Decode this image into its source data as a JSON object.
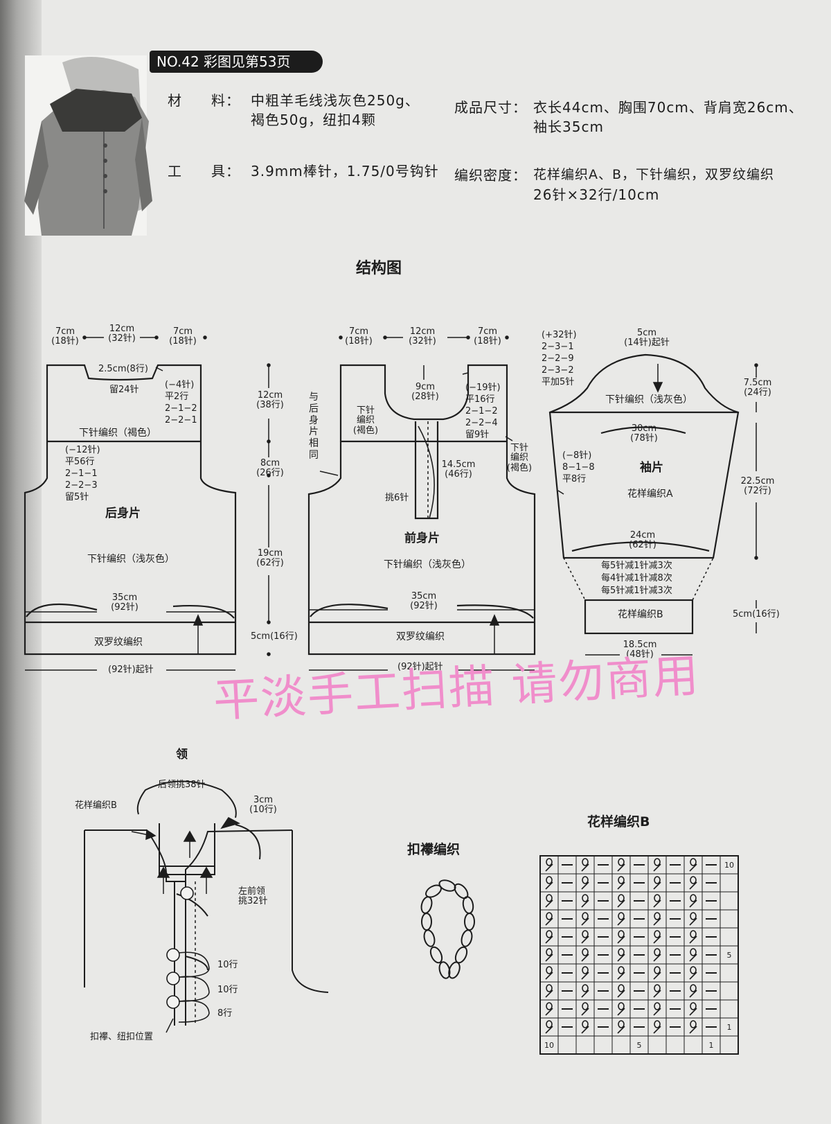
{
  "header": {
    "badge": "NO.42  彩图见第53页",
    "materials_label": "材　　料：",
    "materials_line1": "中粗羊毛线浅灰色250g、",
    "materials_line2": "褐色50g，纽扣4颗",
    "tools_label": "工　　具：",
    "tools_value": "3.9mm棒针，1.75/0号钩针",
    "size_label": "成品尺寸：",
    "size_line1": "衣长44cm、胸围70cm、背肩宽26cm、",
    "size_line2": "袖长35cm",
    "gauge_label": "编织密度：",
    "gauge_line1": "花样编织A、B，下针编织，双罗纹编织",
    "gauge_line2": "26针×32行/10cm"
  },
  "section_title": "结构图",
  "back": {
    "title": "后身片",
    "top_left": "7cm\n(18针)",
    "top_mid": "12cm\n(32针)",
    "top_right": "7cm\n(18针)",
    "neck_depth": "2.5cm(8行)",
    "neck_keep": "留24针",
    "neck_dec": "(−4针)\n平2行\n2−1−2\n2−2−1",
    "yoke": "下针编织（褐色）",
    "armhole": "(−12针)\n平56行\n2−1−1\n2−2−3\n留5针",
    "body": "下针编织（浅灰色）",
    "width": "35cm\n(92针)",
    "rib": "双罗纹编织",
    "cast_on": "(92针)起针"
  },
  "vertical": {
    "v1": "12cm\n(38行)",
    "v2": "8cm\n(26行)",
    "v3": "19cm\n(62行)",
    "v4": "5cm(16行)",
    "same_as_back": "与\n后\n身\n片\n相\n同"
  },
  "front": {
    "title": "前身片",
    "top_left": "7cm\n(18针)",
    "top_mid": "12cm\n(32针)",
    "top_right": "7cm\n(18针)",
    "neck_width": "9cm\n(28针)",
    "neck_dec": "(−19针)\n平16行\n2−1−2\n2−2−4\n留9针",
    "left_yoke": "下针\n编织\n(褐色)",
    "right_yoke": "下针\n编织\n(褐色)",
    "placket": "14.5cm\n(46行)",
    "pick": "挑6针",
    "body": "下针编织（浅灰色）",
    "width": "35cm\n(92针)",
    "rib": "双罗纹编织",
    "cast_on": "(92针)起针"
  },
  "sleeve": {
    "title": "袖片",
    "cap_inc": "(+32针)\n2−3−1\n2−2−9\n2−3−2\n平加5针",
    "cap_top": "5cm\n(14针)起针",
    "cap_height": "7.5cm\n(24行)",
    "cap_pattern": "下针编织（浅灰色）",
    "upper_width": "30cm\n(78针)",
    "sleeve_dec": "(−8针)\n8−1−8\n平8行",
    "pattern": "花样编织A",
    "length": "22.5cm\n(72行)",
    "lower_width": "24cm\n(62针)",
    "cuff_dec1": "每5针减1针减3次",
    "cuff_dec2": "每4针减1针减8次",
    "cuff_dec3": "每5针减1针减3次",
    "cuff": "花样编织B",
    "cuff_height": "5cm(16行)",
    "cuff_width": "18.5cm\n(48针)"
  },
  "watermark": "平淡手工扫描 请勿商用",
  "collar": {
    "title": "领",
    "back_pick": "后领挑38针",
    "pattern": "花样编织B",
    "height": "3cm\n(10行)",
    "left_front": "左前领\n挑32针",
    "r1": "10行",
    "r2": "10行",
    "r3": "8行",
    "buttons": "扣襻、纽扣位置"
  },
  "loop": {
    "title": "扣襻编织"
  },
  "chart_b": {
    "title": "花样编织B",
    "row_labels": [
      "10",
      "5",
      "1"
    ],
    "col_labels": [
      "10",
      "5",
      "1"
    ]
  },
  "colors": {
    "watermark": "#f08ecb",
    "ink": "#1d1d1d",
    "paper": "#e9e9e7"
  }
}
